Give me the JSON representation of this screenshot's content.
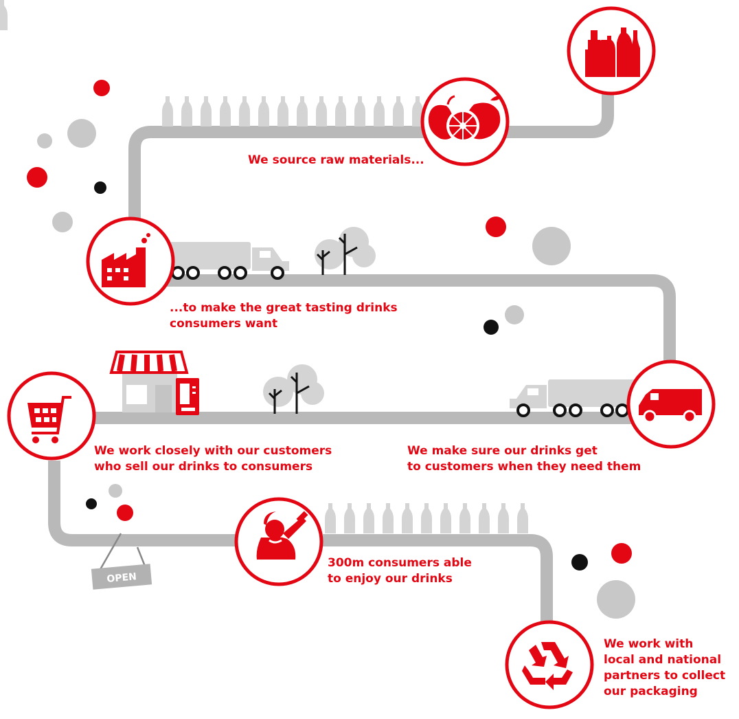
{
  "colors": {
    "brand_red": "#e30613",
    "road_grey": "#b9b9b9",
    "light_grey": "#d4d4d4",
    "black": "#111111",
    "white": "#ffffff"
  },
  "steps": [
    {
      "id": "source",
      "icon": "fruit-icon",
      "lines": [
        "We source raw materials..."
      ]
    },
    {
      "id": "make",
      "icon": "factory-icon",
      "lines": [
        "...to make the great tasting drinks",
        "consumers want"
      ]
    },
    {
      "id": "deliver",
      "icon": "delivery-van-icon",
      "lines": [
        "We make sure our drinks get",
        "to customers when they need them"
      ]
    },
    {
      "id": "customers",
      "icon": "shopping-cart-icon",
      "lines": [
        "We work closely with our customers",
        "who sell our drinks to consumers"
      ]
    },
    {
      "id": "consumers",
      "icon": "person-drinking-icon",
      "lines": [
        "300m consumers able",
        "to enjoy our drinks"
      ]
    },
    {
      "id": "recycle",
      "icon": "recycle-icon",
      "lines": [
        "We work with",
        "local and national",
        "partners to collect",
        "our packaging"
      ]
    }
  ],
  "extra_icons": [
    "bottles-icon"
  ],
  "open_sign": {
    "label": "OPEN"
  }
}
